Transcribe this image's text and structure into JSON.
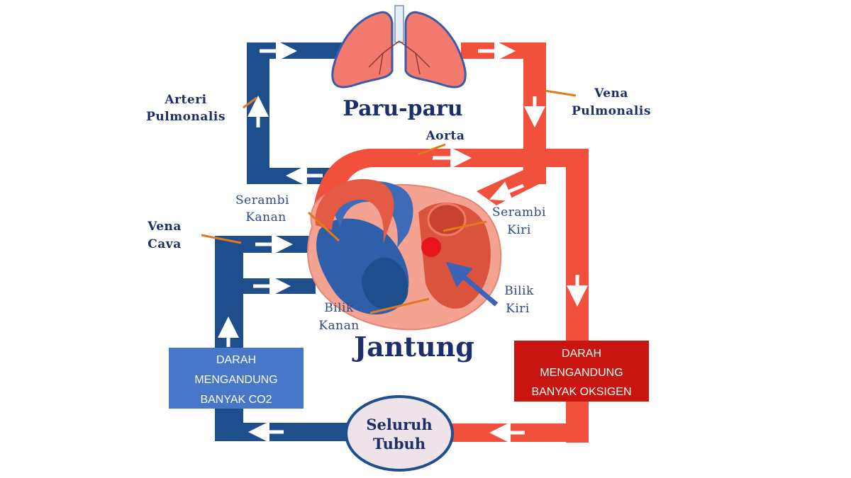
{
  "diagram": {
    "labels": {
      "lungs": "Paru-paru",
      "heart": "Jantung",
      "body_line1": "Seluruh",
      "body_line2": "Tubuh",
      "arteri_line1": "Arteri",
      "arteri_line2": "Pulmonalis",
      "vena_pulm_line1": "Vena",
      "vena_pulm_line2": "Pulmonalis",
      "aorta": "Aorta",
      "serambi_kanan_line1": "Serambi",
      "serambi_kanan_line2": "Kanan",
      "serambi_kiri_line1": "Serambi",
      "serambi_kiri_line2": "Kiri",
      "vena_cava_line1": "Vena",
      "vena_cava_line2": "Cava",
      "bilik_kanan_line1": "Bilik",
      "bilik_kanan_line2": "Kanan",
      "bilik_kiri_line1": "Bilik",
      "bilik_kiri_line2": "Kiri"
    },
    "boxes": {
      "co2_line1": "DARAH",
      "co2_line2": "MENGANDUNG",
      "co2_line3": "BANYAK CO2",
      "oxygen_line1": "DARAH",
      "oxygen_line2": "MENGANDUNG",
      "oxygen_line3": "BANYAK OKSIGEN"
    },
    "colors": {
      "deoxygenated": "#1f4e8c",
      "oxygenated": "#f0503c",
      "co2_box": "#4677c9",
      "oxygen_box": "#c8150f",
      "label_text": "#1c2f6b",
      "leader_line": "#e07a1e",
      "marker_dot": "#e8141c"
    }
  }
}
